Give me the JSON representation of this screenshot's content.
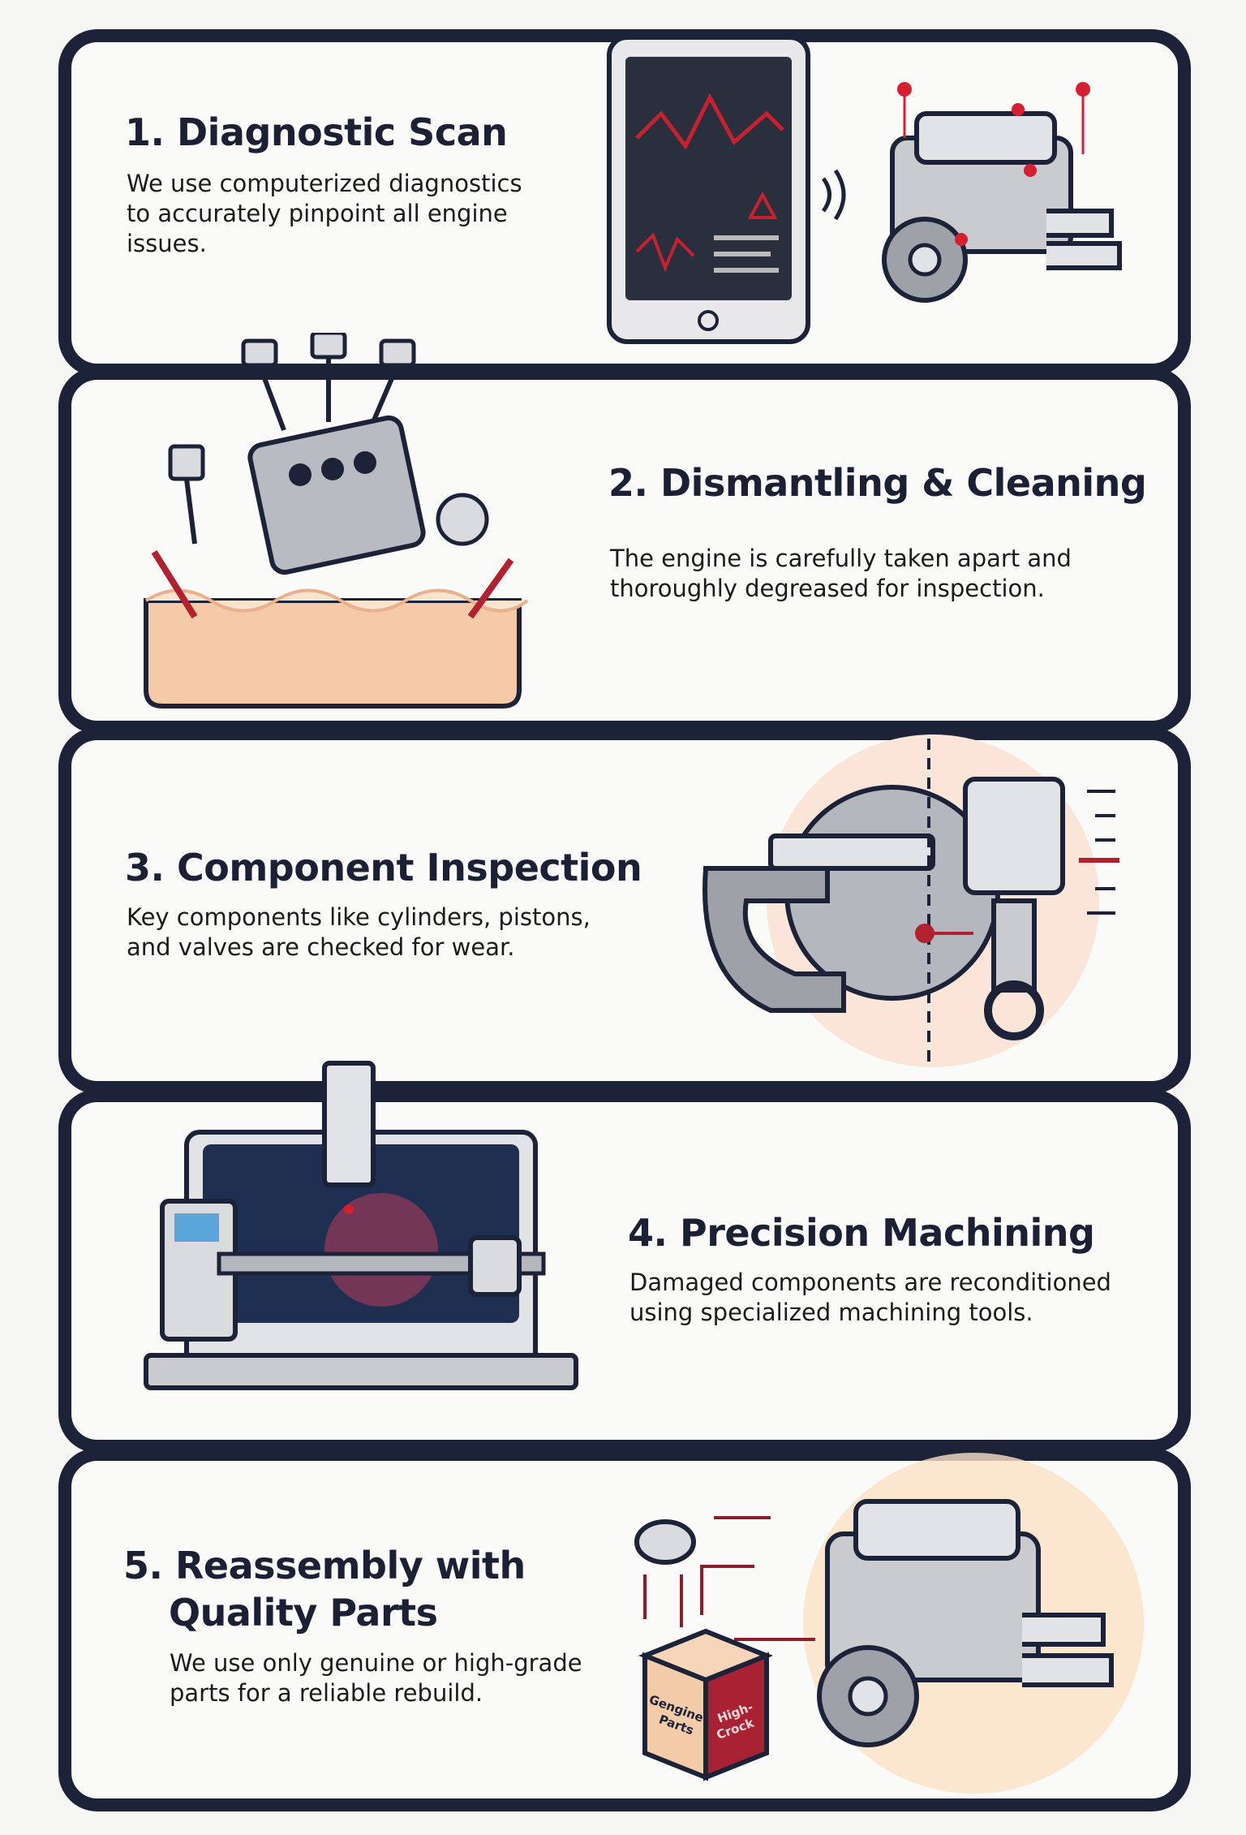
{
  "colors": {
    "frame": "#1c2237",
    "accent": "#b3202e",
    "background": "#fafaf8",
    "glow": "#f5c9a8"
  },
  "steps": [
    {
      "title": "1. Diagnostic Scan",
      "body": [
        "We use computerized diagnostics",
        "to accurately pinpoint all engine",
        "issues."
      ],
      "illustration": "tablet-diagnostics-engine"
    },
    {
      "title": "2. Dismantling & Cleaning",
      "body": [
        "The engine is carefully taken apart and",
        "thoroughly degreased for inspection."
      ],
      "illustration": "exploded-engine-cleaning-bath"
    },
    {
      "title": "3. Component Inspection",
      "body": [
        "Key components like cylinders, pistons,",
        "and valves are checked for wear."
      ],
      "illustration": "micrometer-piston-gauge"
    },
    {
      "title": "4. Precision Machining",
      "body": [
        "Damaged components are reconditioned",
        "using specialized machining tools."
      ],
      "illustration": "lathe-crankshaft-machining"
    },
    {
      "title_lines": [
        "5. Reassembly with",
        "Quality Parts"
      ],
      "body": [
        "We use only genuine or high-grade",
        "parts for a reliable rebuild."
      ],
      "illustration": "parts-box-assembled-engine",
      "box_labels": [
        "Gengine Parts",
        "High-Crock"
      ]
    }
  ]
}
